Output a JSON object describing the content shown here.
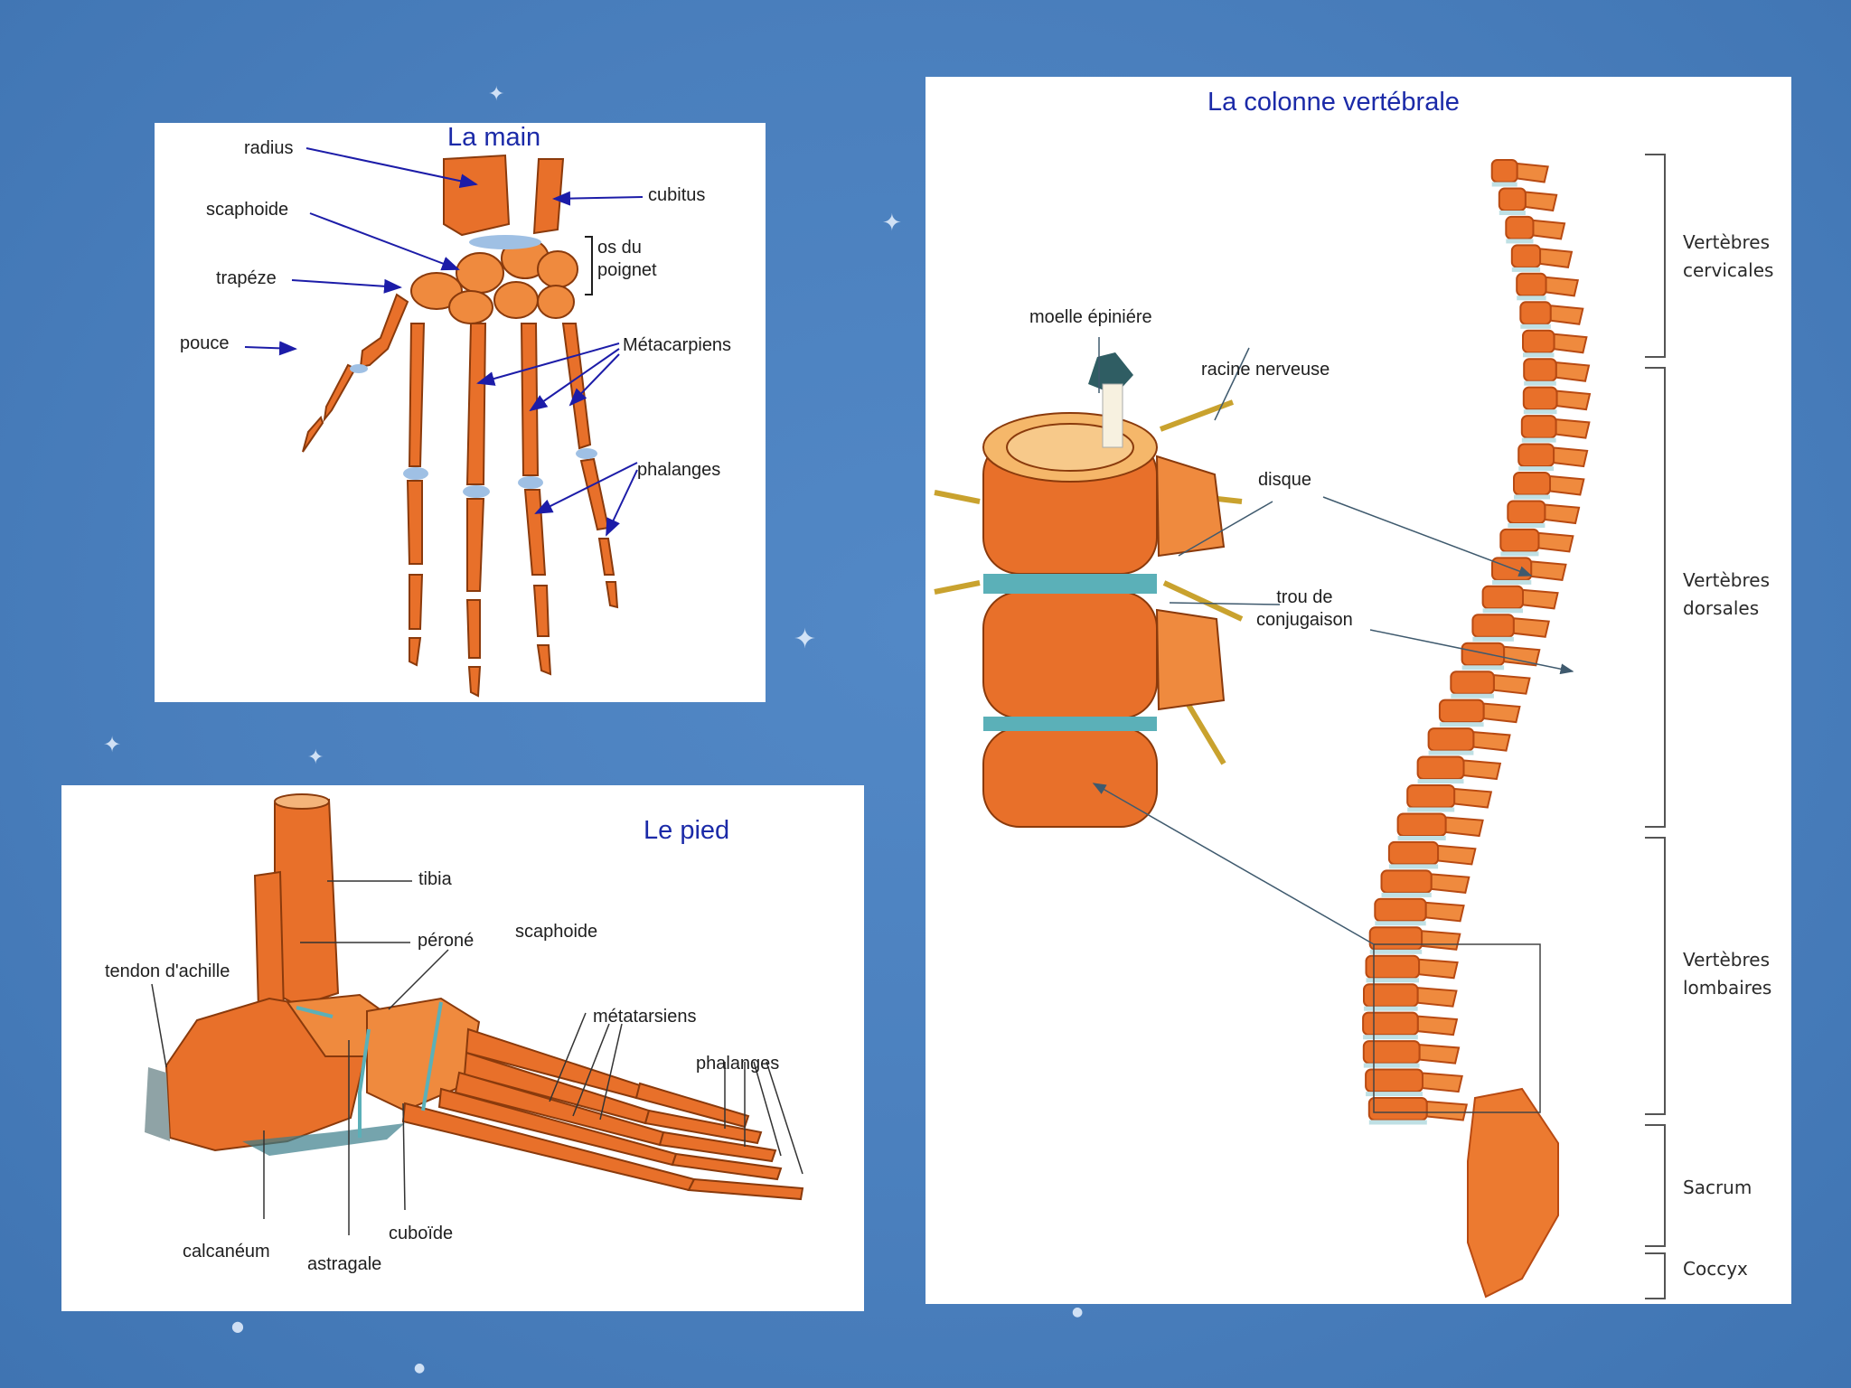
{
  "colors": {
    "background": "#4a7fbd",
    "panel": "#ffffff",
    "title": "#1b2aa8",
    "bone": "#e8702a",
    "bone_dark": "#b84a12",
    "cartilage": "#7fa9d6",
    "disc": "#5bb0b8",
    "nerve": "#f2c94c",
    "leader_hand": "#1c1ca8",
    "leader_other": "#3f5a6e"
  },
  "hand": {
    "title": "La main",
    "labels": {
      "radius": "radius",
      "cubitus": "cubitus",
      "scaphoide": "scaphoide",
      "os_du_poignet": "os du\npoignet",
      "trapeze": "trapéze",
      "pouce": "pouce",
      "metacarpiens": "Métacarpiens",
      "phalanges": "phalanges"
    }
  },
  "foot": {
    "title": "Le pied",
    "labels": {
      "tibia": "tibia",
      "perone": "péroné",
      "tendon": "tendon d'achille",
      "scaphoide": "scaphoide",
      "metatarsiens": "métatarsiens",
      "phalanges": "phalanges",
      "calcaneum": "calcanéum",
      "astragale": "astragale",
      "cuboide": "cuboïde"
    }
  },
  "spine": {
    "title": "La colonne vertébrale",
    "labels": {
      "moelle": "moelle épiniére",
      "racine": "racine nerveuse",
      "disque": "disque",
      "trou": "trou de\nconjugaison"
    },
    "regions": {
      "cervicales": "Vertèbres\ncervicales",
      "dorsales": "Vertèbres\ndorsales",
      "lombaires": "Vertèbres\nlombaires",
      "sacrum": "Sacrum",
      "coccyx": "Coccyx"
    }
  }
}
